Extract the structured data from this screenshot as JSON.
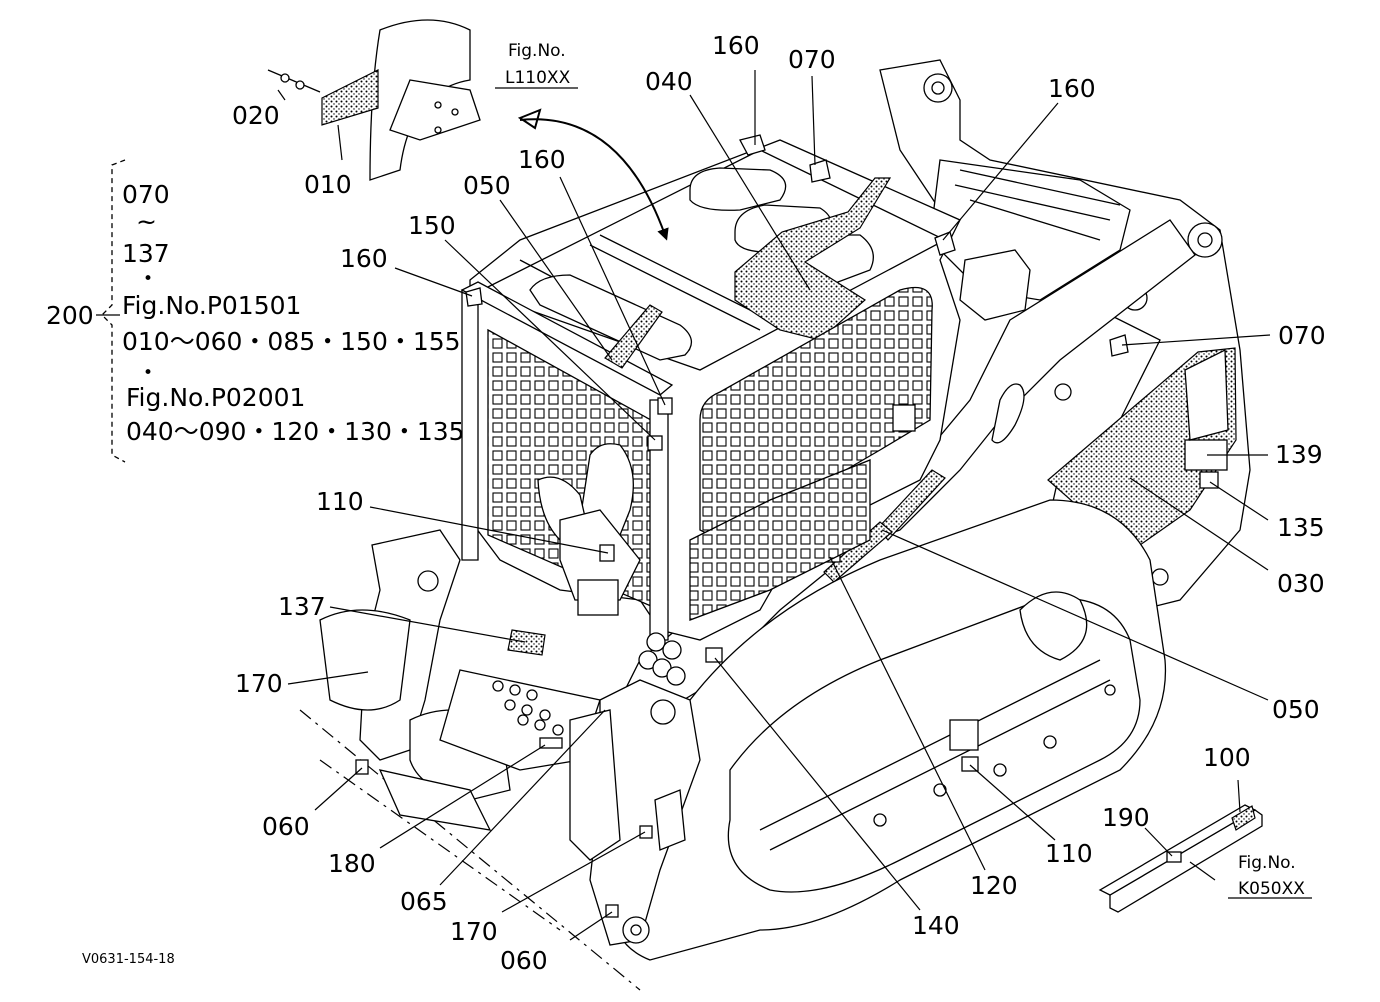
{
  "callouts": [
    {
      "id": "020",
      "text": "020"
    },
    {
      "id": "010",
      "text": "010"
    },
    {
      "id": "160a",
      "text": "160"
    },
    {
      "id": "070a",
      "text": "070"
    },
    {
      "id": "040",
      "text": "040"
    },
    {
      "id": "160b",
      "text": "160"
    },
    {
      "id": "160c",
      "text": "160"
    },
    {
      "id": "050a",
      "text": "050"
    },
    {
      "id": "150",
      "text": "150"
    },
    {
      "id": "160d",
      "text": "160"
    },
    {
      "id": "070b",
      "text": "070"
    },
    {
      "id": "139",
      "text": "139"
    },
    {
      "id": "135",
      "text": "135"
    },
    {
      "id": "030",
      "text": "030"
    },
    {
      "id": "110a",
      "text": "110"
    },
    {
      "id": "137",
      "text": "137"
    },
    {
      "id": "170a",
      "text": "170"
    },
    {
      "id": "050b",
      "text": "050"
    },
    {
      "id": "060a",
      "text": "060"
    },
    {
      "id": "180",
      "text": "180"
    },
    {
      "id": "065",
      "text": "065"
    },
    {
      "id": "170b",
      "text": "170"
    },
    {
      "id": "060b",
      "text": "060"
    },
    {
      "id": "140",
      "text": "140"
    },
    {
      "id": "120",
      "text": "120"
    },
    {
      "id": "110b",
      "text": "110"
    },
    {
      "id": "100",
      "text": "100"
    },
    {
      "id": "190",
      "text": "190"
    }
  ],
  "figref_top": {
    "label": "Fig.No.",
    "value": "L110XX"
  },
  "figref_bottom": {
    "label": "Fig.No.",
    "value": "K050XX"
  },
  "group_bracket": {
    "callout": "200",
    "lines": [
      "070",
      "~",
      "137",
      "•",
      "Fig.No.P01501",
      "010～060・085・150・155",
      "•",
      "Fig.No.P02001",
      "040～090・120・130・135"
    ]
  },
  "image_code": "V0631-154-18"
}
